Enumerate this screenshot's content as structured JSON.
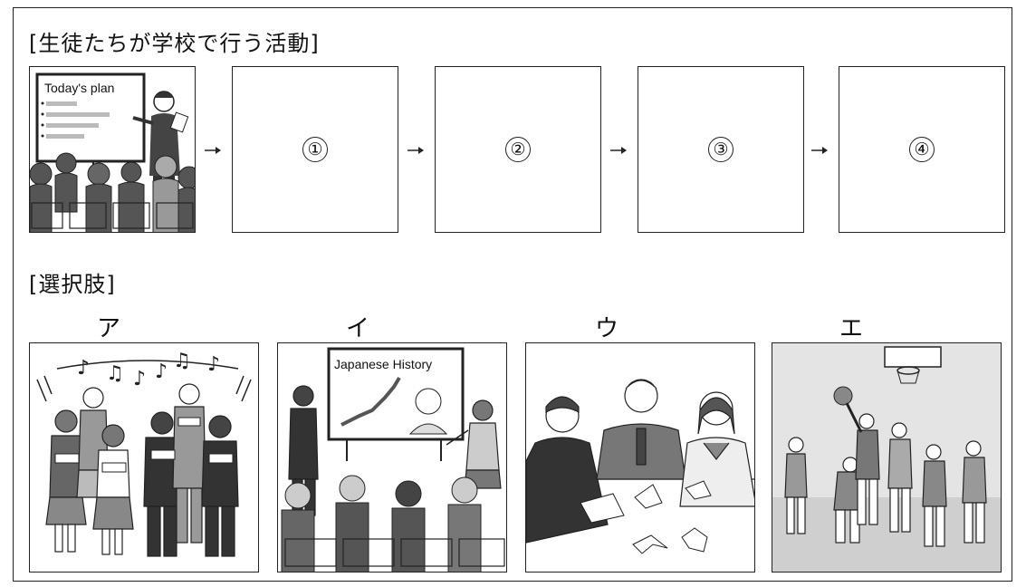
{
  "activities_heading": "[生徒たちが学校で行う活動]",
  "options_heading": "[選択肢]",
  "first_scene": {
    "slide_title": "Today's plan"
  },
  "blanks": [
    {
      "label": "①"
    },
    {
      "label": "②"
    },
    {
      "label": "③"
    },
    {
      "label": "④"
    }
  ],
  "options": [
    {
      "letter": "ア"
    },
    {
      "letter": "イ",
      "slide_title": "Japanese History"
    },
    {
      "letter": "ウ"
    },
    {
      "letter": "エ"
    }
  ]
}
